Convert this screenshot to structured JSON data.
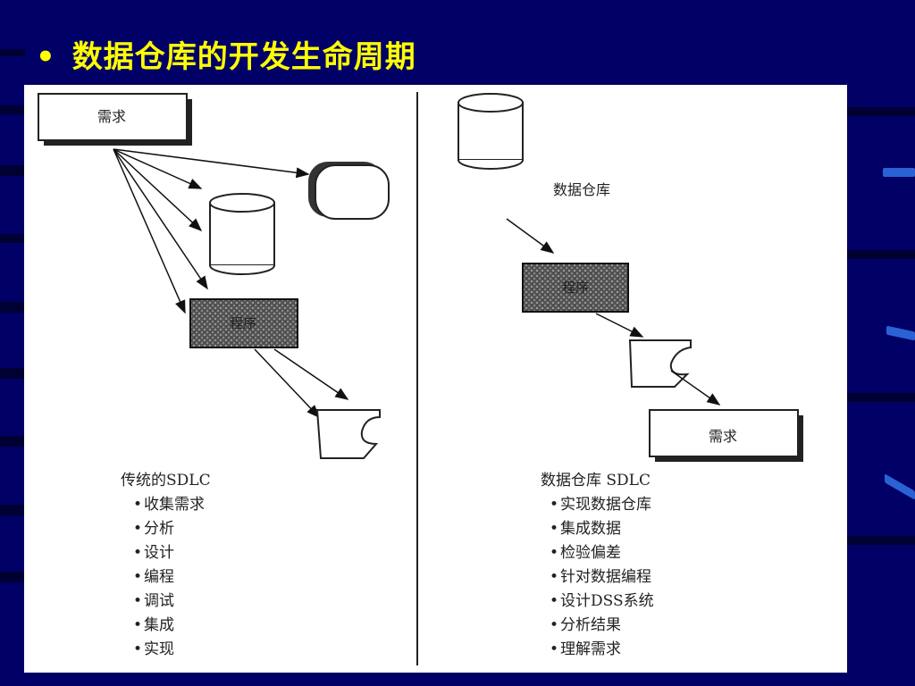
{
  "slide": {
    "title": "数据仓库的开发生命周期",
    "bullet": "•"
  },
  "left": {
    "requirement_label": "需求",
    "program_label": "程序",
    "heading": "传统的SDLC",
    "items": [
      "收集需求",
      "分析",
      "设计",
      "编程",
      "调试",
      "集成",
      "实现"
    ]
  },
  "right": {
    "warehouse_label": "数据仓库",
    "program_label": "程序",
    "requirement_label": "需求",
    "heading": "数据仓库 SDLC",
    "items": [
      "实现数据仓库",
      "集成数据",
      "检验偏差",
      "针对数据编程",
      "设计DSS系统",
      "分析结果",
      "理解需求"
    ]
  },
  "colors": {
    "background": "#000066",
    "title": "#ffff00",
    "accent": "#2a62d6"
  }
}
